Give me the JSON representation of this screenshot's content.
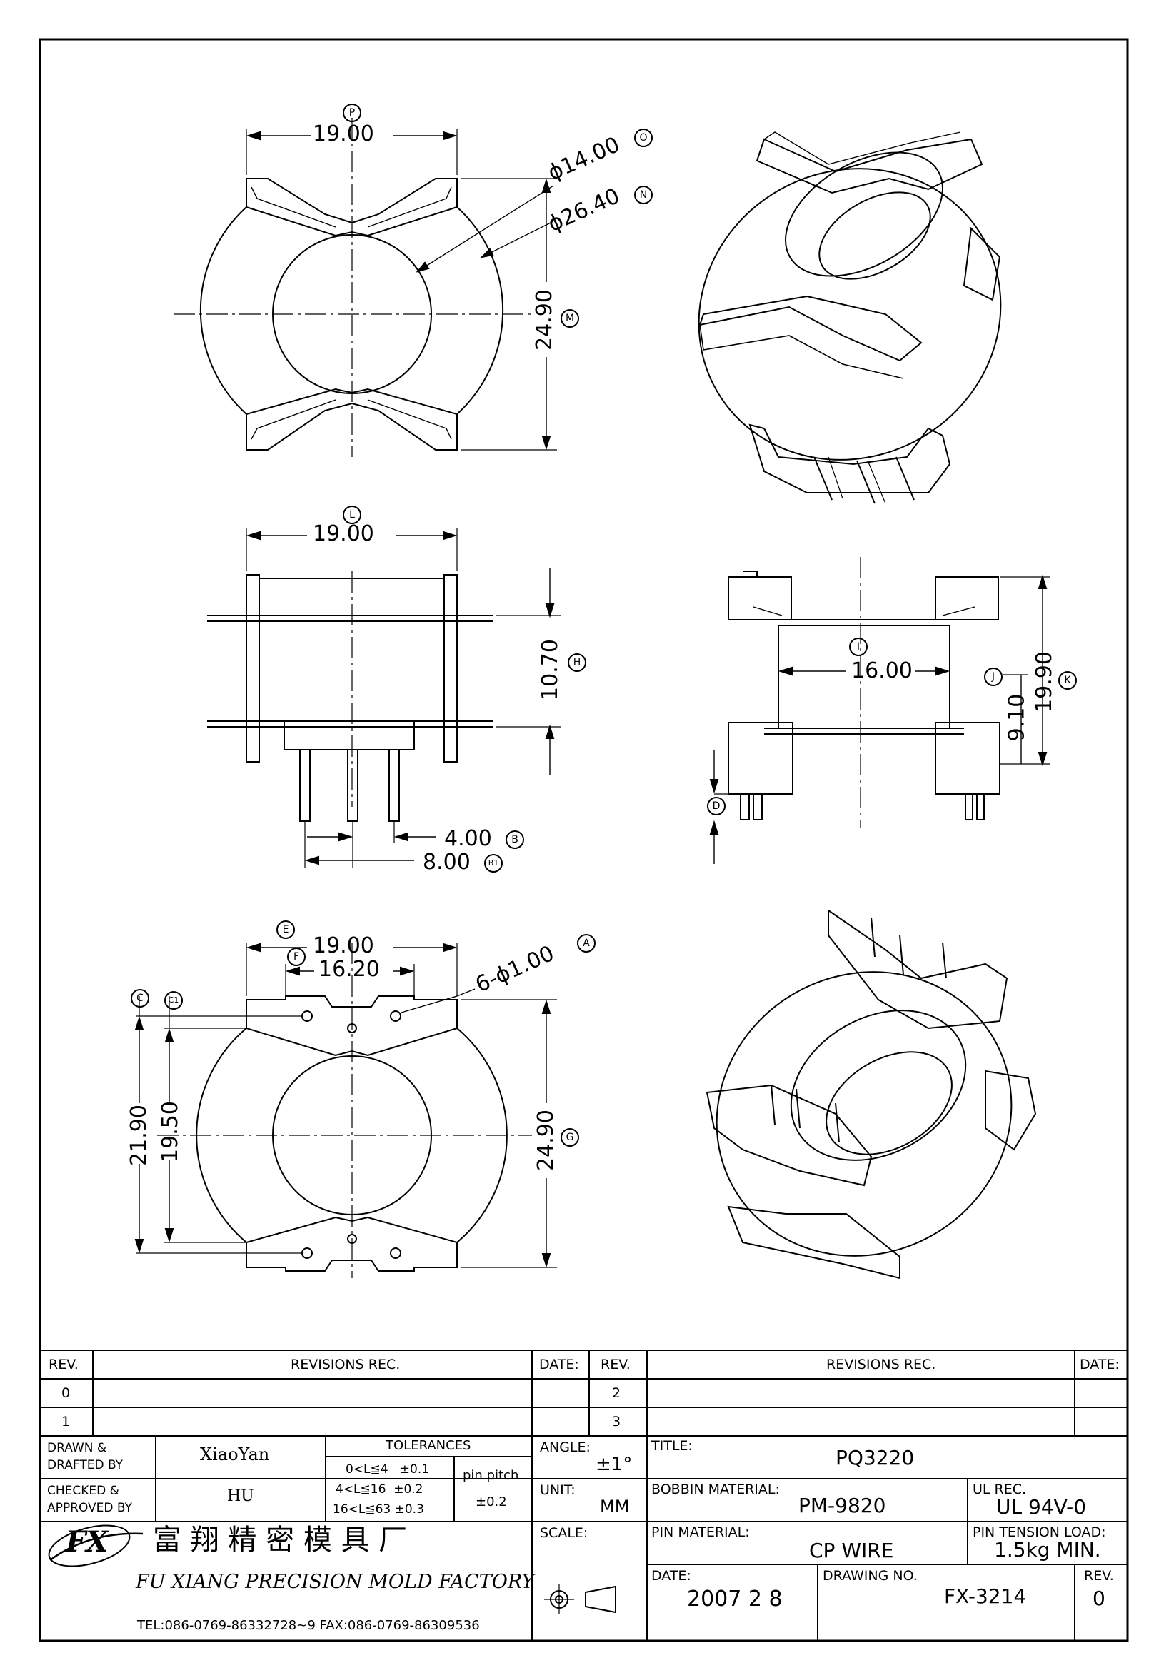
{
  "dimensions": {
    "top_view": {
      "width": "19.00",
      "width_ref": "P",
      "inner_dia": "ϕ14.00",
      "inner_dia_ref": "O",
      "outer_dia": "ϕ26.40",
      "outer_dia_ref": "N",
      "height": "24.90",
      "height_ref": "M"
    },
    "front_view": {
      "width": "19.00",
      "width_ref": "L",
      "height": "10.70",
      "height_ref": "H",
      "pin_pitch": "4.00",
      "pin_pitch_ref": "B",
      "pin_span": "8.00",
      "pin_span_ref": "B1"
    },
    "side_view": {
      "length": "16.00",
      "length_ref": "I",
      "flange": "9.10",
      "flange_ref": "J",
      "total": "19.90",
      "total_ref": "K",
      "pin_ref": "D"
    },
    "bottom_view": {
      "width": "19.00",
      "width_ref": "E",
      "inner_width": "16.20",
      "inner_width_ref": "F",
      "holes": "6-ϕ1.00",
      "holes_ref": "A",
      "outer_h": "21.90",
      "outer_h_ref": "C",
      "inner_h": "19.50",
      "inner_h_ref": "C1",
      "height": "24.90",
      "height_ref": "G"
    }
  },
  "title_block": {
    "rev_header": "REV.",
    "revisions_header": "REVISIONS   REC.",
    "date_header": "DATE:",
    "rev_rows_left": [
      "0",
      "1"
    ],
    "rev_rows_right": [
      "2",
      "3"
    ],
    "drawn_label": "DRAWN &\nDRAFTED BY",
    "drawn_value": "XiaoYan",
    "checked_label": "CHECKED &\nAPPROVED BY",
    "checked_value": "HU",
    "tolerances_header": "TOLERANCES",
    "tol_rows": [
      "0<L≦4   ±0.1",
      "4<L≦16  ±0.2",
      "16<L≦63 ±0.3"
    ],
    "pin_pitch_label": "pin pitch",
    "pin_pitch_value": "±0.2",
    "angle_label": "ANGLE:",
    "angle_value": "±1°",
    "unit_label": "UNIT:",
    "unit_value": "MM",
    "scale_label": "SCALE:",
    "title_label": "TITLE:",
    "title_value": "PQ3220",
    "bobbin_label": "BOBBIN MATERIAL:",
    "bobbin_value": "PM-9820",
    "ul_label": "UL REC.",
    "ul_value": "UL 94V-0",
    "pin_material_label": "PIN MATERIAL:",
    "pin_material_value": "CP WIRE",
    "pin_tension_label": "PIN TENSION LOAD:",
    "pin_tension_value": "1.5kg MIN.",
    "date_label": "DATE:",
    "date_value": "2007 2 8",
    "drawing_no_label": "DRAWING NO.",
    "drawing_no_value": "FX-3214",
    "rev_label": "REV.",
    "rev_value": "0",
    "company_cn": "富 翔 精 密 模 具 厂",
    "company_en": "FU XIANG PRECISION MOLD FACTORY",
    "company_contact": "TEL:086-0769-86332728~9  FAX:086-0769-86309536",
    "logo_text": "FX"
  }
}
